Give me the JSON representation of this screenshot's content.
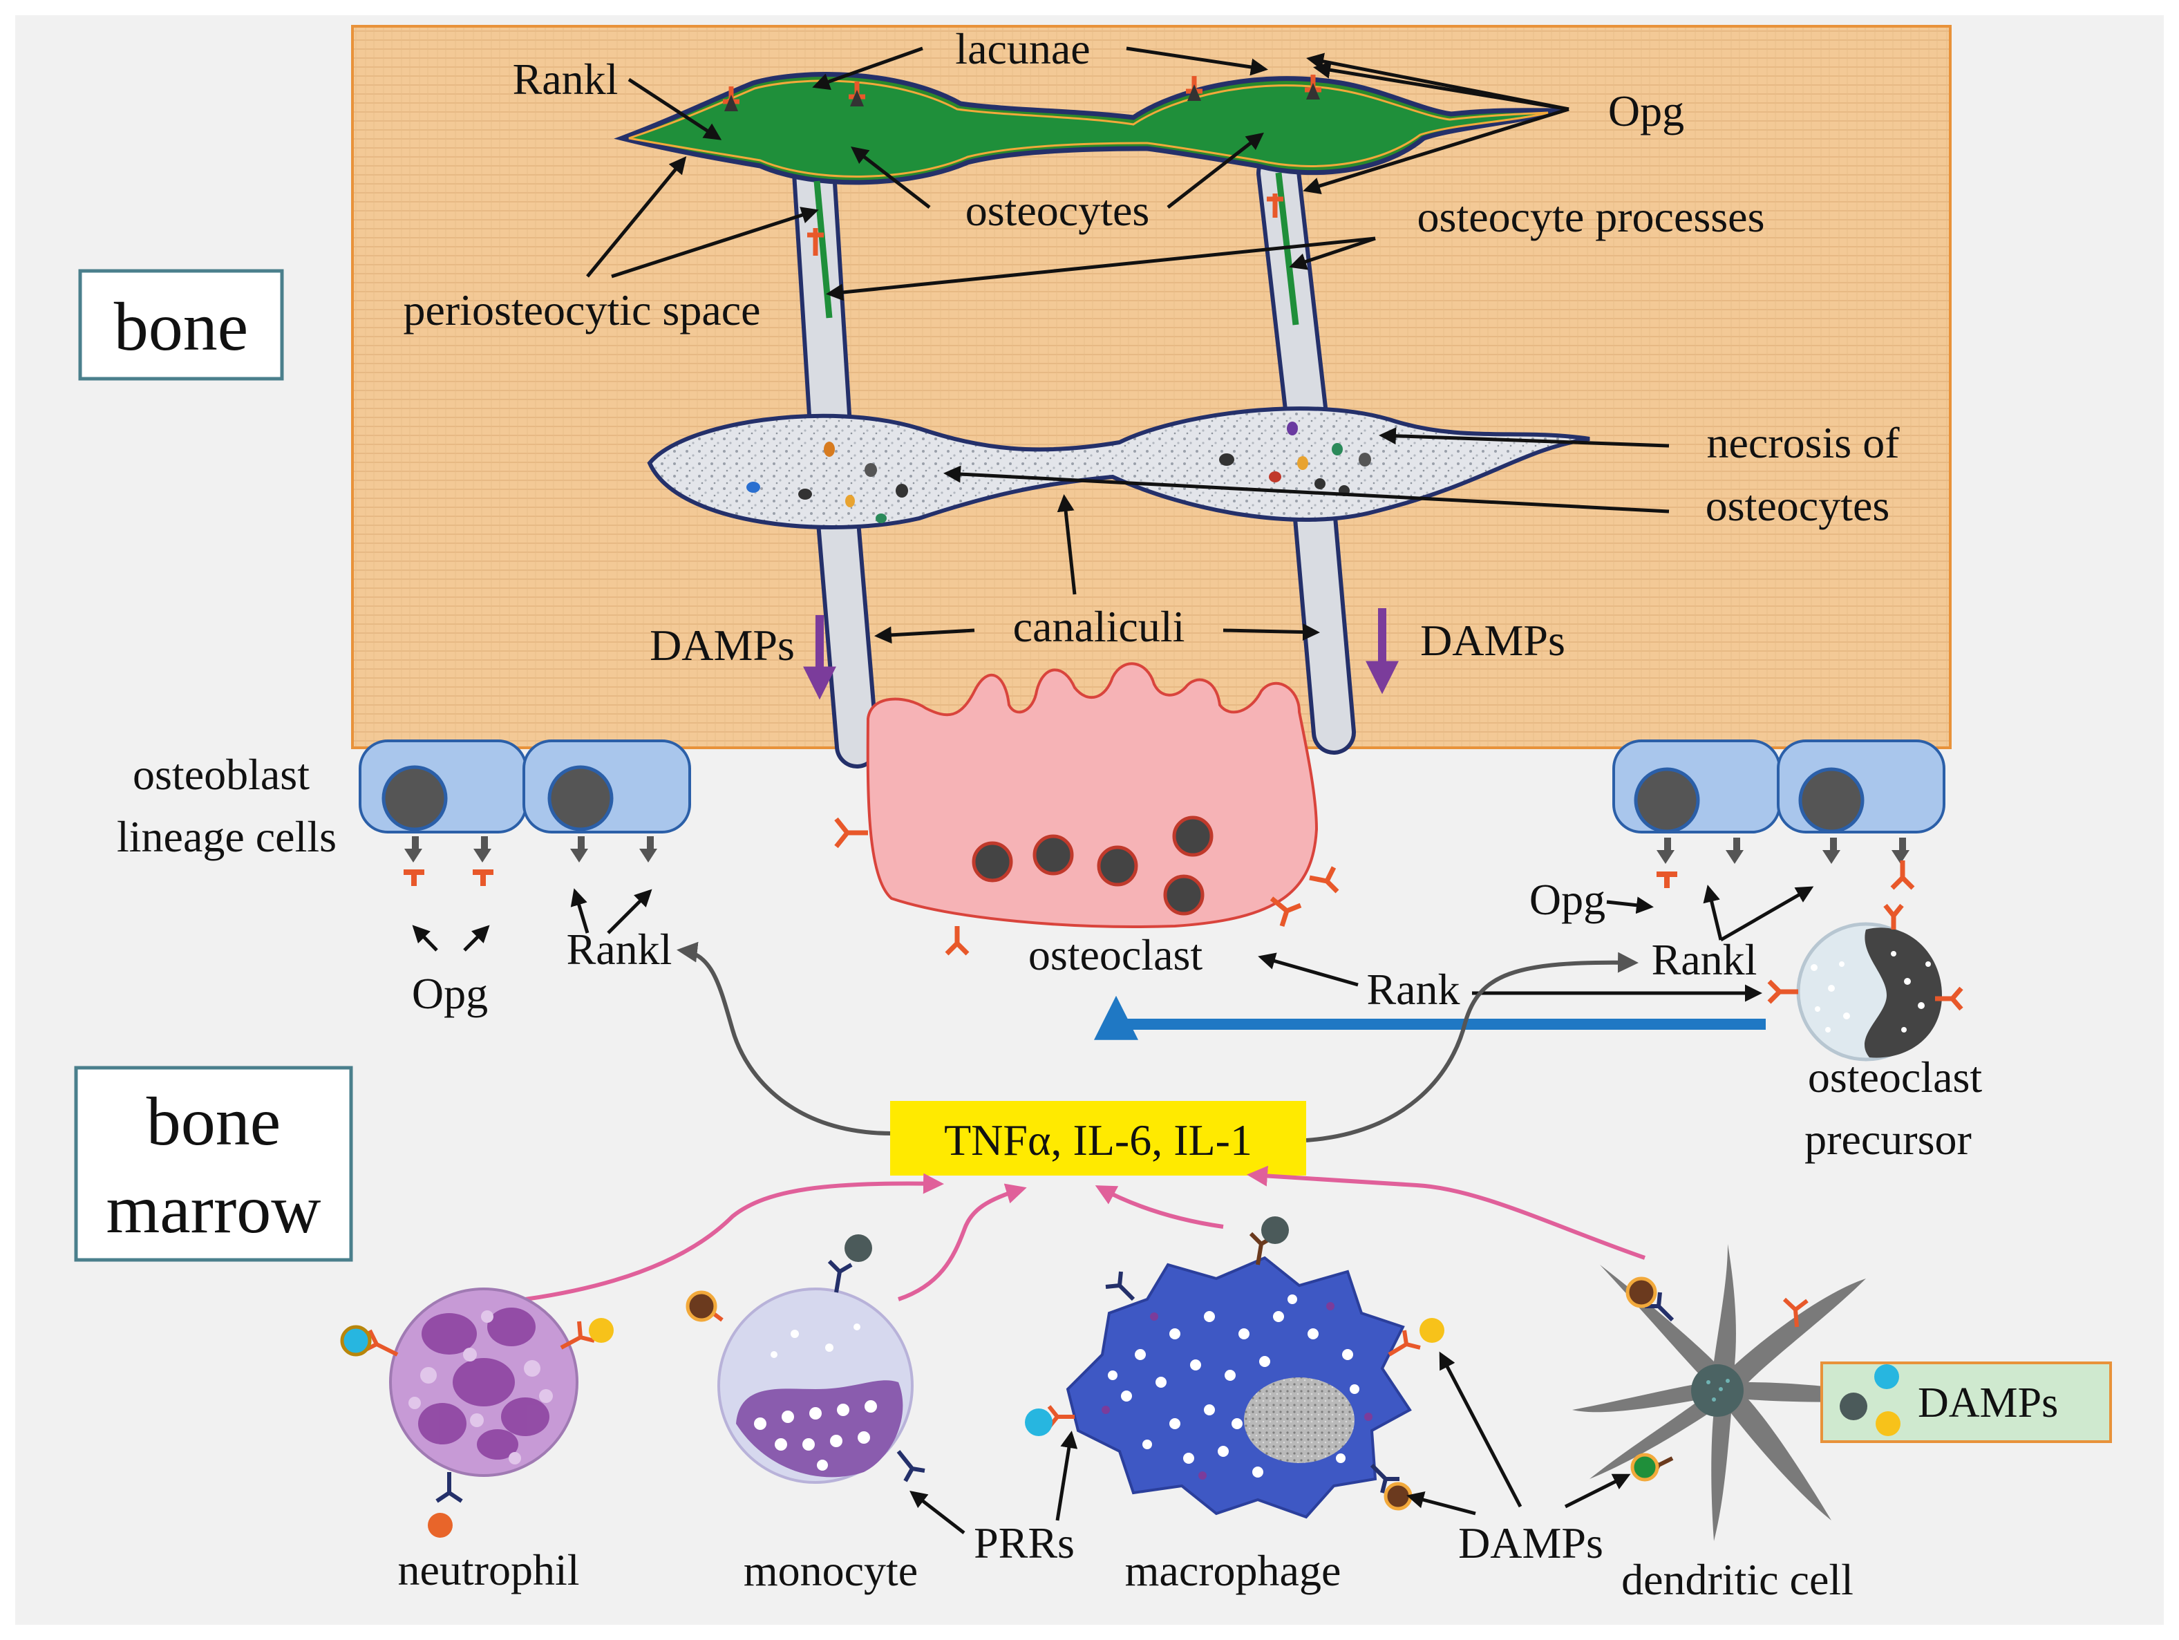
{
  "colors": {
    "background": "#f1f1f1",
    "bone_matrix": "#f3c996",
    "bone_border": "#e8923a",
    "osteocyte_green": "#1f8f3a",
    "lacuna_outline": "#24306a",
    "receptor_orange": "#e8582a",
    "osteoclast_pink": "#f6b3b6",
    "osteoblast_blue": "#a9c6ec",
    "cytokine_yellow": "#ffea00",
    "arrow_pink": "#e0609a",
    "arrow_blue": "#1f78c4",
    "arrow_purple": "#7b3c9b",
    "macrophage_blue": "#3e58c4",
    "legend_green": "#cfe9cf"
  },
  "region_labels": {
    "bone": "bone",
    "bone_marrow_line1": "bone",
    "bone_marrow_line2": "marrow"
  },
  "bone_labels": {
    "rankl": "Rankl",
    "lacunae": "lacunae",
    "opg": "Opg",
    "osteocytes": "osteocytes",
    "osteocyte_processes": "osteocyte processes",
    "periosteocytic_space": "periosteocytic space",
    "necrosis_line1": "necrosis of",
    "necrosis_line2": "osteocytes",
    "canaliculi": "canaliculi",
    "damps_left": "DAMPs",
    "damps_right": "DAMPs"
  },
  "interface_labels": {
    "osteoblast_line1": "osteoblast",
    "osteoblast_line2": "lineage cells",
    "opg_left": "Opg",
    "rankl_left": "Rankl",
    "osteoclast": "osteoclast",
    "rank": "Rank",
    "opg_right": "Opg",
    "rankl_right": "Rankl",
    "precursor_line1": "osteoclast",
    "precursor_line2": "precursor"
  },
  "cytokines": "TNFα, IL-6, IL-1",
  "cells": {
    "neutrophil": "neutrophil",
    "monocyte": "monocyte",
    "prrs": "PRRs",
    "macrophage": "macrophage",
    "damps": "DAMPs",
    "dendritic_cell": "dendritic cell"
  },
  "legend": {
    "label": "DAMPs"
  }
}
